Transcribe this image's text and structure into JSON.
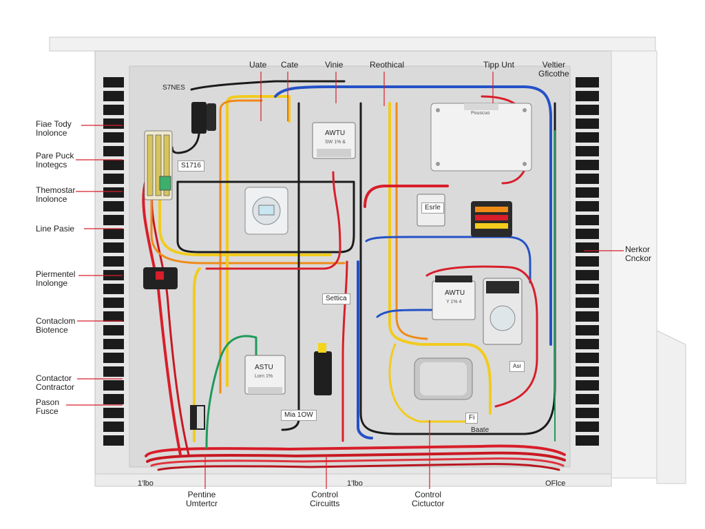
{
  "callouts": {
    "left": [
      {
        "id": "fuse-body",
        "lines": [
          "Fiae Tody",
          "Inolonce"
        ]
      },
      {
        "id": "pare-puck",
        "lines": [
          "Pare Puck",
          "Inotegcs"
        ]
      },
      {
        "id": "thermostat",
        "lines": [
          "Themostar",
          "Inolonce"
        ]
      },
      {
        "id": "line-paste",
        "lines": [
          "Line Pasie"
        ]
      },
      {
        "id": "piermentel",
        "lines": [
          "Piermentel",
          "Inolonge"
        ]
      },
      {
        "id": "contacion",
        "lines": [
          "Contaclom",
          "Biotence"
        ]
      },
      {
        "id": "contactor",
        "lines": [
          "Contactor",
          "Contractor"
        ]
      },
      {
        "id": "pason-fusce",
        "lines": [
          "Pason",
          "Fusce"
        ]
      }
    ],
    "right": [
      {
        "id": "nerkor",
        "lines": [
          "Nerkor",
          "Cnckor"
        ]
      }
    ],
    "top": [
      {
        "id": "uate",
        "lines": [
          "Uate"
        ]
      },
      {
        "id": "cate",
        "lines": [
          "Cate"
        ]
      },
      {
        "id": "vinie",
        "lines": [
          "Vinie"
        ]
      },
      {
        "id": "reothical",
        "lines": [
          "Reothical"
        ]
      },
      {
        "id": "tipp-unt",
        "lines": [
          "Tipp Unt"
        ]
      },
      {
        "id": "veltier",
        "lines": [
          "Veltier",
          "Gficothe"
        ]
      }
    ],
    "bottom": [
      {
        "id": "pentine",
        "lines": [
          "Pentine",
          "Umtertcr"
        ]
      },
      {
        "id": "control-circuits",
        "lines": [
          "Control",
          "Circuitts"
        ]
      },
      {
        "id": "control-cictuctor",
        "lines": [
          "Control",
          "Cictuctor"
        ]
      }
    ]
  },
  "floor_labels": [
    "1'lbo",
    "1'lbo",
    "OFlce"
  ],
  "tags": {
    "s7nes": "S7NES",
    "s1716": "S1716",
    "settica": "Settica",
    "mia": "Mia 1OW",
    "esrle": "Esrle",
    "fi": "Fi",
    "baate": "Baate",
    "asr": "Asr"
  },
  "devices": {
    "awtu_top": {
      "title": "AWTU",
      "sub": "SW 1% &"
    },
    "awtu_mid": {
      "title": "AWTU",
      "sub": "Y 1% 4"
    },
    "astu_low": {
      "title": "ASTU",
      "sub": "Lorn 1%"
    },
    "transformer": {
      "title": "Pouscuo"
    }
  },
  "colors": {
    "cabinet": "#e6e6e6",
    "panel": "#dadada",
    "vent": "#1b1b1b",
    "red": "#d81e2a",
    "yellow": "#f2cb1d",
    "orange": "#ef8a17",
    "blue": "#2451c8",
    "black": "#1b1b1b",
    "green": "#1d9a5a"
  }
}
